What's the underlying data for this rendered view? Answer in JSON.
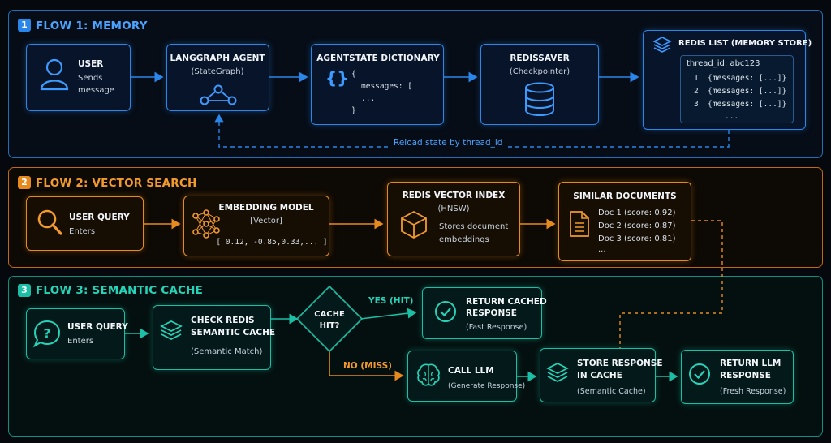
{
  "flow1": {
    "num": "1",
    "title": "FLOW 1: MEMORY",
    "user": {
      "title": "USER",
      "line1": "Sends",
      "line2": "message"
    },
    "agent": {
      "title": "LANGGRAPH AGENT",
      "sub": "(StateGraph)"
    },
    "state": {
      "title": "AGENTSTATE DICTIONARY",
      "brace_icon": "{}",
      "l1": "{",
      "l2": "messages: [",
      "l3": "...",
      "l4": "}"
    },
    "saver": {
      "title": "REDISSAVER",
      "sub": "(Checkpointer)"
    },
    "list": {
      "title": "REDIS LIST (MEMORY STORE)",
      "thread": "thread_id: abc123",
      "rows": [
        {
          "n": "1",
          "v": "{messages: [...]}"
        },
        {
          "n": "2",
          "v": "{messages: [...]}"
        },
        {
          "n": "3",
          "v": "{messages: [...]}"
        }
      ],
      "more": "..."
    },
    "reload": "Reload state by thread_id"
  },
  "flow2": {
    "num": "2",
    "title": "FLOW 2: VECTOR SEARCH",
    "query": {
      "title": "USER QUERY",
      "sub": "Enters"
    },
    "embed": {
      "title": "EMBEDDING MODEL",
      "sub": "[Vector]",
      "vec": "[ 0.12, -0.85,0.33,... ]"
    },
    "index": {
      "title": "REDIS VECTOR INDEX",
      "sub": "(HNSW)",
      "l1": "Stores document",
      "l2": "embeddings"
    },
    "docs": {
      "title": "SIMILAR DOCUMENTS",
      "rows": [
        "Doc 1 (score: 0.92)",
        "Doc 2 (score: 0.87)",
        "Doc 3 (score: 0.81)"
      ],
      "more": "..."
    }
  },
  "flow3": {
    "num": "3",
    "title": "FLOW 3: SEMANTIC CACHE",
    "query": {
      "title": "USER QUERY",
      "sub": "Enters"
    },
    "check": {
      "t1": "CHECK REDIS",
      "t2": "SEMANTIC CACHE",
      "sub": "(Semantic Match)"
    },
    "hit": {
      "t1": "CACHE",
      "t2": "HIT?"
    },
    "yes": "YES (HIT)",
    "no": "NO (MISS)",
    "cached": {
      "t1": "RETURN CACHED",
      "t2": "RESPONSE",
      "sub": "(Fast Response)"
    },
    "llm": {
      "title": "CALL LLM",
      "sub": "(Generate Response)"
    },
    "store": {
      "t1": "STORE RESPONSE",
      "t2": "IN CACHE",
      "sub": "(Semantic Cache)"
    },
    "ret": {
      "t1": "RETURN LLM",
      "t2": "RESPONSE",
      "sub": "(Fresh Response)"
    }
  },
  "colors": {
    "blue": "#2a86e8",
    "orange": "#e68a1e",
    "teal": "#1bbfa6"
  }
}
